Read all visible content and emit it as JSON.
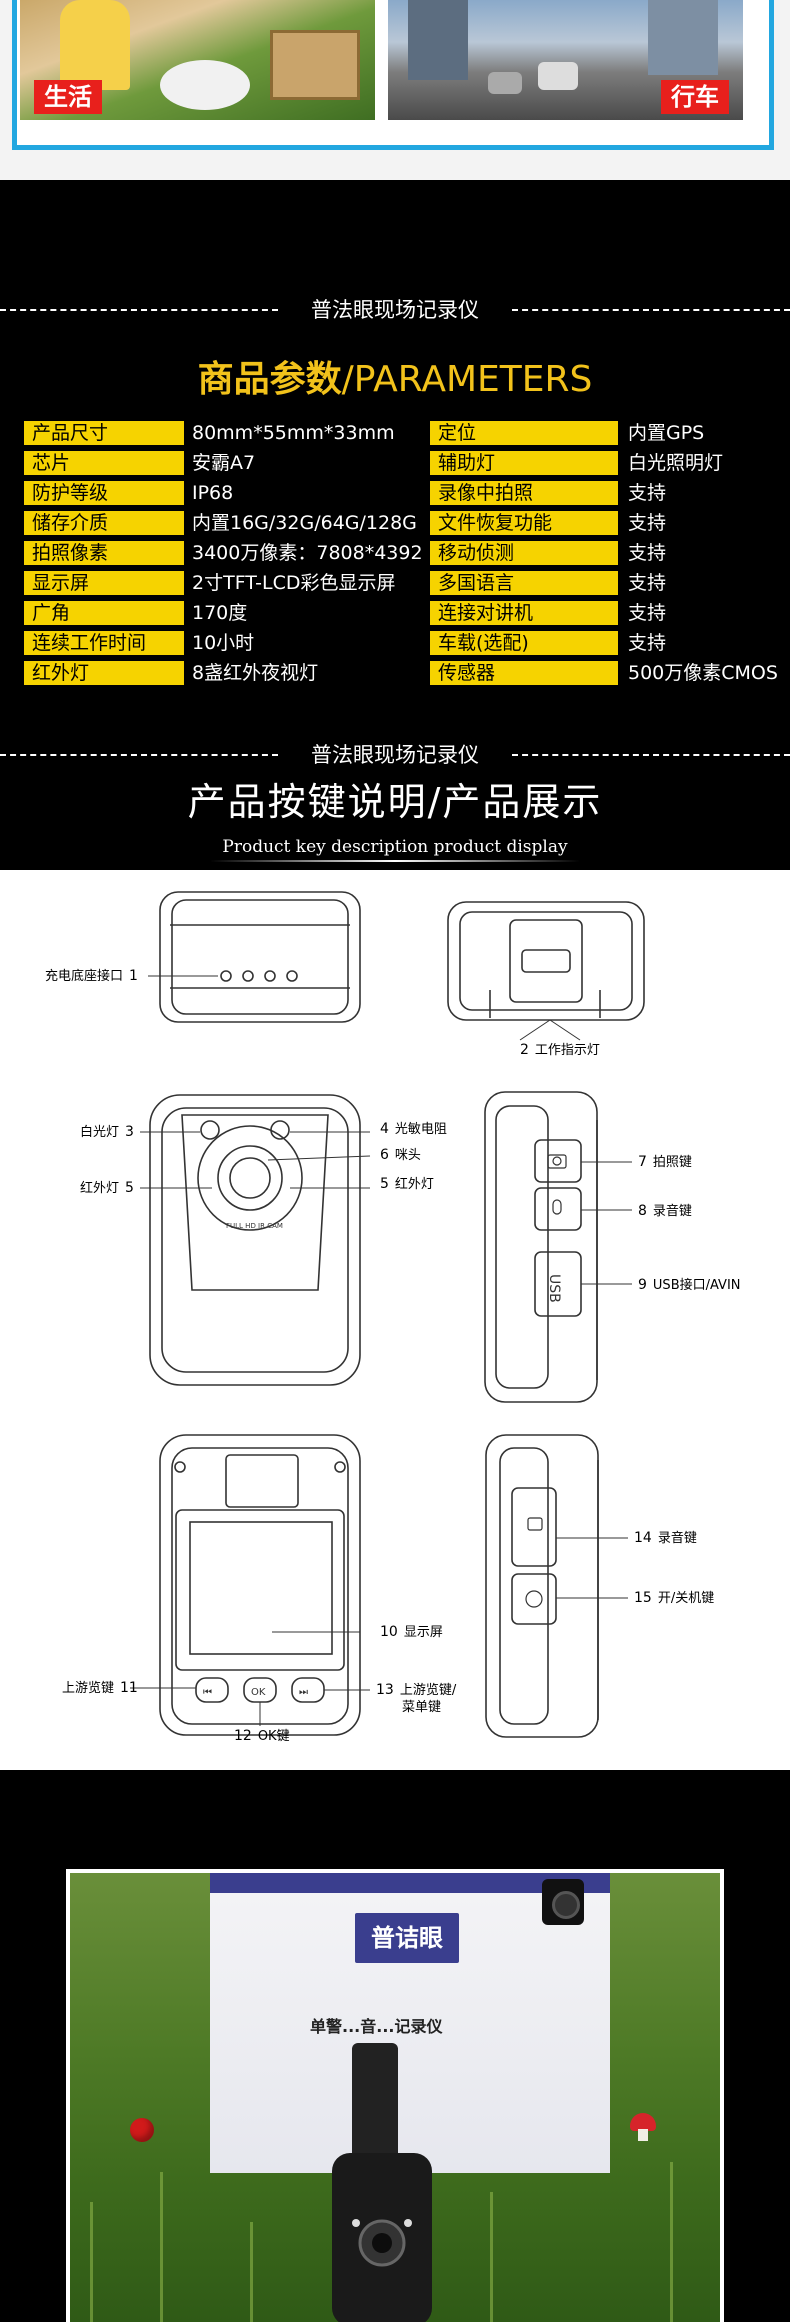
{
  "banner": {
    "life_tag": "生活",
    "drive_tag": "行车"
  },
  "section_title": "普法眼现场记录仪",
  "params": {
    "title_cn": "商品参数",
    "title_sep": "/",
    "title_en": "PARAMETERS",
    "left": [
      {
        "key": "产品尺寸",
        "value": "80mm*55mm*33mm"
      },
      {
        "key": "芯片",
        "value": "安霸A7"
      },
      {
        "key": "防护等级",
        "value": "IP68"
      },
      {
        "key": "储存介质",
        "value": "内置16G/32G/64G/128G"
      },
      {
        "key": "拍照像素",
        "value": "3400万像素：7808*4392"
      },
      {
        "key": "显示屏",
        "value": "2寸TFT-LCD彩色显示屏"
      },
      {
        "key": "广角",
        "value": "170度"
      },
      {
        "key": "连续工作时间",
        "value": "10小时"
      },
      {
        "key": "红外灯",
        "value": "8盏红外夜视灯"
      }
    ],
    "right": [
      {
        "key": "定位",
        "value": "内置GPS"
      },
      {
        "key": "辅助灯",
        "value": "白光照明灯"
      },
      {
        "key": "录像中拍照",
        "value": "支持"
      },
      {
        "key": "文件恢复功能",
        "value": "支持"
      },
      {
        "key": "移动侦测",
        "value": "支持"
      },
      {
        "key": "多国语言",
        "value": "支持"
      },
      {
        "key": "连接对讲机",
        "value": "支持"
      },
      {
        "key": "车载(选配)",
        "value": "支持"
      },
      {
        "key": "传感器",
        "value": "500万像素CMOS"
      }
    ]
  },
  "keys": {
    "title": "产品按键说明/产品展示",
    "subtitle": "Product key description product display",
    "labels": {
      "l1_text": "充电底座接口",
      "l1_num": "1",
      "l2_num": "2",
      "l2_text": "工作指示灯",
      "l3_text": "白光灯",
      "l3_num": "3",
      "l4_num": "4",
      "l4_text": "光敏电阻",
      "l5a_text": "红外灯",
      "l5a_num": "5",
      "l5b_num": "5",
      "l5b_text": "红外灯",
      "l6_num": "6",
      "l6_text": "咪头",
      "l7_num": "7",
      "l7_text": "拍照键",
      "l8_num": "8",
      "l8_text": "录音键",
      "l9_num": "9",
      "l9_text": "USB接口/AVIN",
      "l10_num": "10",
      "l10_text": "显示屏",
      "l11_text": "上游览键",
      "l11_num": "11",
      "l12_num": "12",
      "l12_text": "OK键",
      "l13_num": "13",
      "l13_text": "上游览键/",
      "l13_text2": "菜单键",
      "l14_num": "14",
      "l14_text": "录音键",
      "l15_num": "15",
      "l15_text": "开/关机键"
    },
    "device_marks": {
      "front_lens_text": "FULL HD IR CAM",
      "screen_btn_left": "⏮",
      "screen_btn_ok": "OK",
      "screen_btn_right": "⏭",
      "usb_text": "USB"
    }
  },
  "photo": {
    "brand": "普诘眼",
    "box_caption": "单警...音...记录仪"
  }
}
